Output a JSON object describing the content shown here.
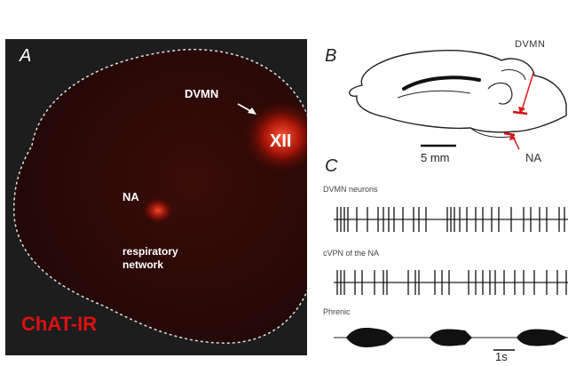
{
  "panel_a": {
    "letter": "A",
    "labels": {
      "dvmn": "DVMN",
      "xii": "XII",
      "na": "NA",
      "respiratory_network": "respiratory\nnetwork",
      "stain": "ChAT-IR"
    }
  },
  "panel_b": {
    "letter": "B",
    "labels": {
      "dvmn": "DVMN",
      "na": "NA",
      "scale_bar": "5 mm"
    }
  },
  "panel_c": {
    "letter": "C",
    "traces": [
      {
        "label": "DVMN neurons"
      },
      {
        "label": "cVPN of the NA"
      },
      {
        "label": "Phrenic"
      }
    ],
    "scale_bar": "1s"
  }
}
